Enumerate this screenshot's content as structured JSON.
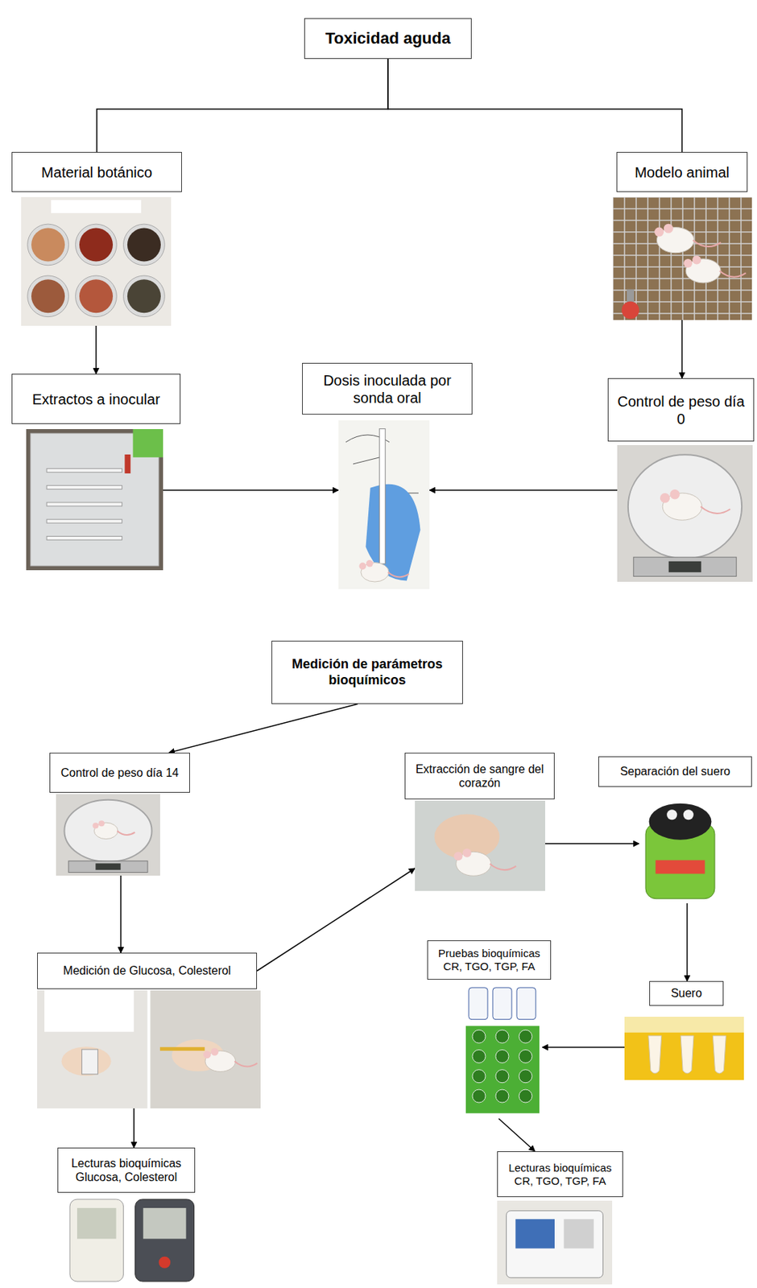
{
  "diagram": {
    "nodes": [
      {
        "text": [
          "Toxicidad aguda"
        ]
      },
      {
        "text": [
          "Material botánico"
        ]
      },
      {
        "text": [
          "Modelo animal"
        ]
      },
      {
        "text": [
          "Extractos a inocular"
        ]
      },
      {
        "text": [
          "Dosis inoculada por sonda oral"
        ]
      },
      {
        "text": [
          "Control de peso día 0"
        ]
      },
      {
        "text": [
          "Medición de parámetros bioquímicos"
        ]
      },
      {
        "text": [
          "Control de peso día 14"
        ]
      },
      {
        "text": [
          "Extracción de sangre del corazón"
        ]
      },
      {
        "text": [
          "Separación del suero"
        ]
      },
      {
        "text": [
          "Medición de Glucosa, Colesterol"
        ]
      },
      {
        "text": [
          "Pruebas bioquímicas CR, TGO, TGP, FA"
        ]
      },
      {
        "text": [
          "Suero"
        ]
      },
      {
        "text": [
          "Lecturas bioquímicas Glucosa, Colesterol"
        ]
      },
      {
        "text": [
          "Lecturas bioquímicas CR, TGO, TGP, FA"
        ]
      }
    ],
    "edges": [
      {
        "from": 0,
        "to": 1,
        "arrow": "none"
      },
      {
        "from": 0,
        "to": 2,
        "arrow": "none"
      },
      {
        "from": 1,
        "to": 3,
        "arrow": "to"
      },
      {
        "from": 2,
        "to": 5,
        "arrow": "to"
      },
      {
        "from": 3,
        "to": 4,
        "arrow": "to"
      },
      {
        "from": 5,
        "to": 4,
        "arrow": "to"
      },
      {
        "from": 6,
        "to": 7,
        "arrow": "to"
      },
      {
        "from": 7,
        "to": 10,
        "arrow": "to"
      },
      {
        "from": 10,
        "to": 13,
        "arrow": "to"
      },
      {
        "from": 10,
        "to": 8,
        "arrow": "to"
      },
      {
        "from": 8,
        "to": 9,
        "arrow": "to"
      },
      {
        "from": 9,
        "to": 12,
        "arrow": "to"
      },
      {
        "from": 12,
        "to": 11,
        "arrow": "to"
      },
      {
        "from": 11,
        "to": 14,
        "arrow": "to"
      }
    ]
  }
}
